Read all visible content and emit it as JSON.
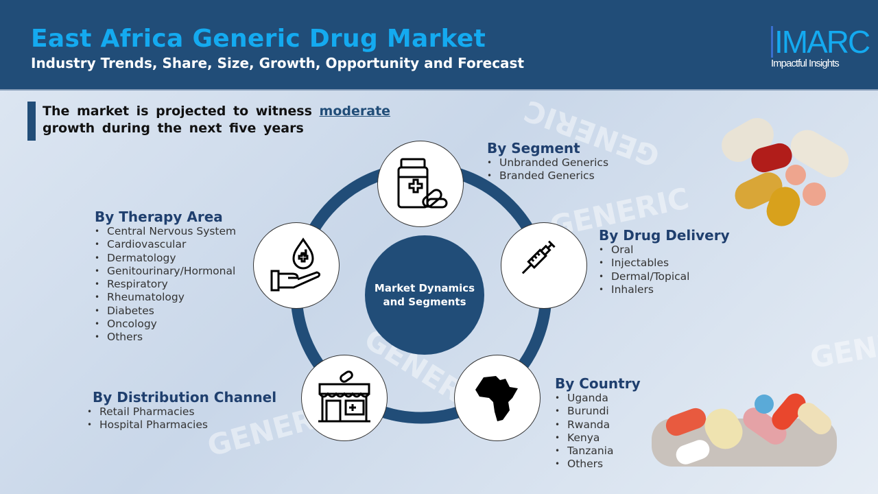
{
  "header": {
    "title": "East Africa Generic Drug Market",
    "subtitle": "Industry Trends, Share, Size, Growth, Opportunity and Forecast"
  },
  "logo": {
    "name": "IMARC",
    "tagline": "Impactful Insights"
  },
  "watermark": "GENERIC",
  "intro": {
    "before": "The market is projected to witness",
    "highlight": "moderate",
    "after": "growth during the next five years"
  },
  "center": {
    "line1": "Market Dynamics",
    "line2": "and Segments"
  },
  "segments": {
    "segment": {
      "title": "By Segment",
      "items": [
        "Unbranded Generics",
        "Branded Generics"
      ]
    },
    "delivery": {
      "title": "By Drug Delivery",
      "items": [
        "Oral",
        "Injectables",
        "Dermal/Topical",
        "Inhalers"
      ]
    },
    "country": {
      "title": "By Country",
      "items": [
        "Uganda",
        "Burundi",
        "Rwanda",
        "Kenya",
        "Tanzania",
        "Others"
      ]
    },
    "distribution": {
      "title": "By Distribution Channel",
      "items": [
        "Retail Pharmacies",
        "Hospital Pharmacies"
      ]
    },
    "therapy": {
      "title": "By Therapy Area",
      "items": [
        "Central Nervous System",
        "Cardiovascular",
        "Dermatology",
        "Genitourinary/Hormonal",
        "Respiratory",
        "Rheumatology",
        "Diabetes",
        "Oncology",
        "Others"
      ]
    }
  },
  "colors": {
    "primary": "#214d78",
    "accent": "#14aaf0"
  }
}
